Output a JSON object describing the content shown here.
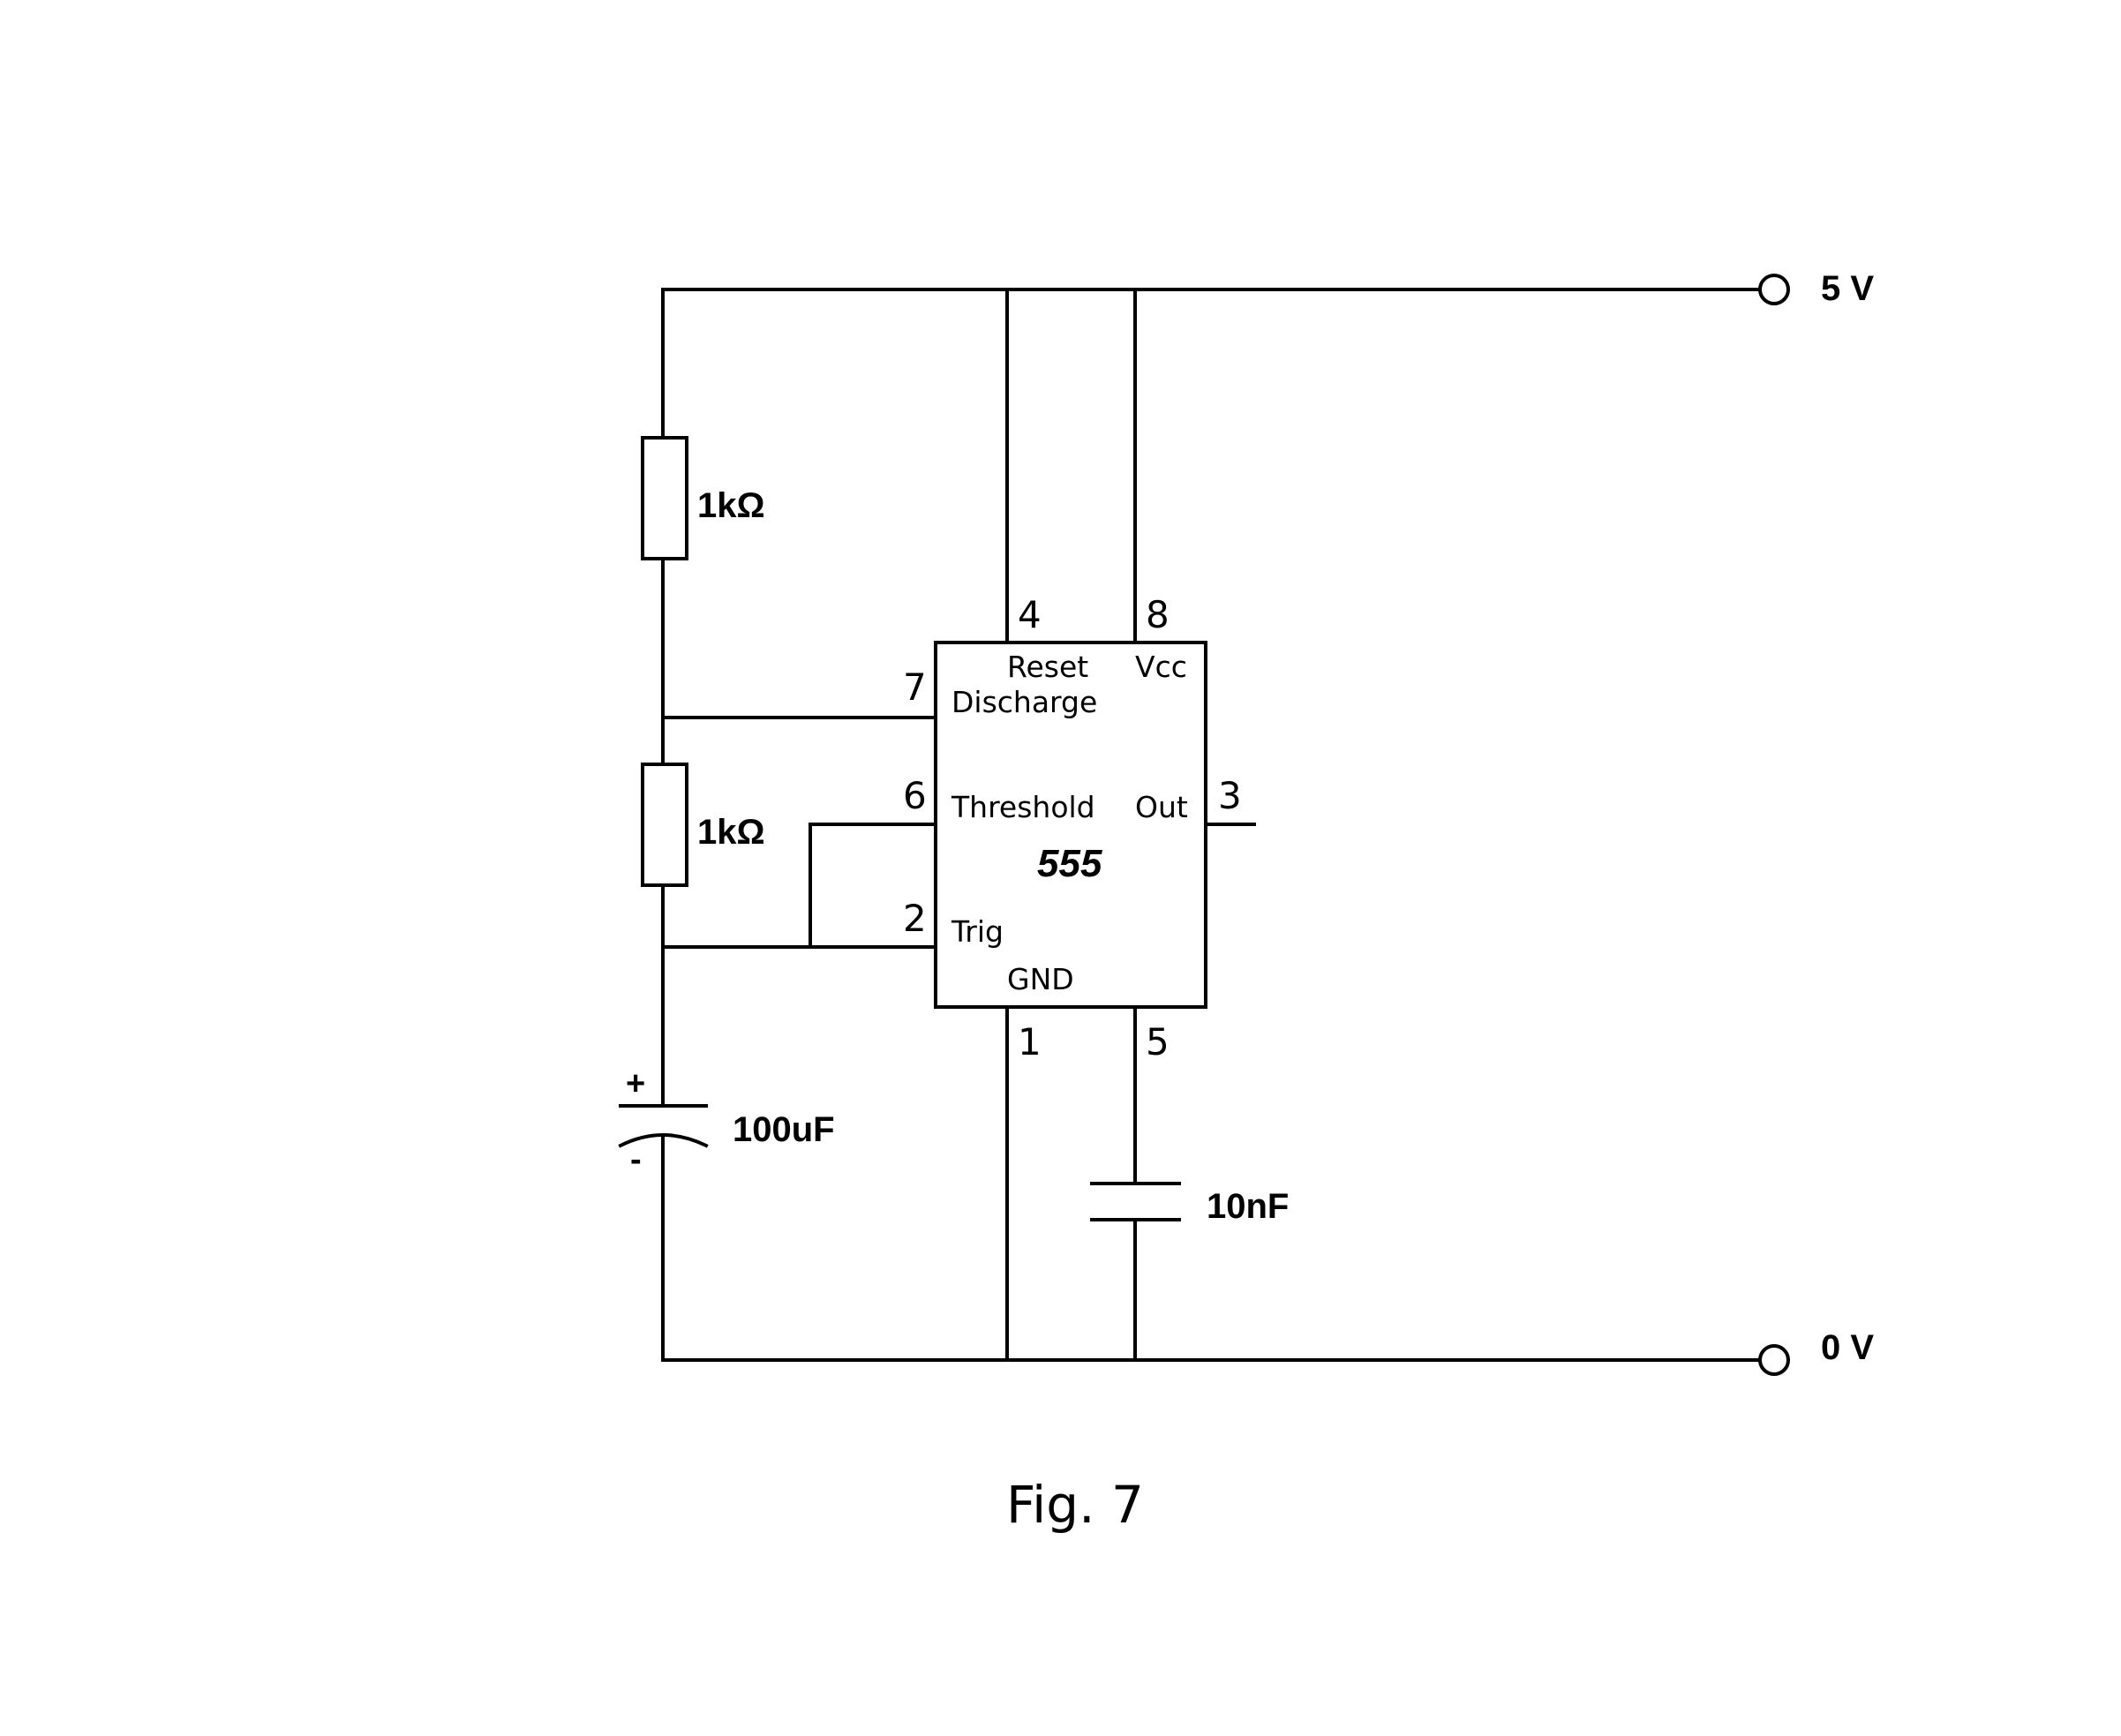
{
  "rails": {
    "supply_label": "5 V",
    "ground_label": "0 V"
  },
  "components": {
    "r1_value": "1kΩ",
    "r2_value": "1kΩ",
    "c_timing_value": "100uF",
    "c_timing_plus": "+",
    "c_timing_minus": "-",
    "c_control_value": "10nF"
  },
  "ic": {
    "name": "555",
    "pins": {
      "reset": {
        "number": "4",
        "function": "Reset"
      },
      "vcc": {
        "number": "8",
        "function": "Vcc"
      },
      "discharge": {
        "number": "7",
        "function": "Discharge"
      },
      "threshold": {
        "number": "6",
        "function": "Threshold"
      },
      "out": {
        "number": "3",
        "function": "Out"
      },
      "trig": {
        "number": "2",
        "function": "Trig"
      },
      "gnd": {
        "number": "1",
        "function": "GND"
      },
      "control": {
        "number": "5"
      }
    }
  },
  "caption": "Fig. 7"
}
